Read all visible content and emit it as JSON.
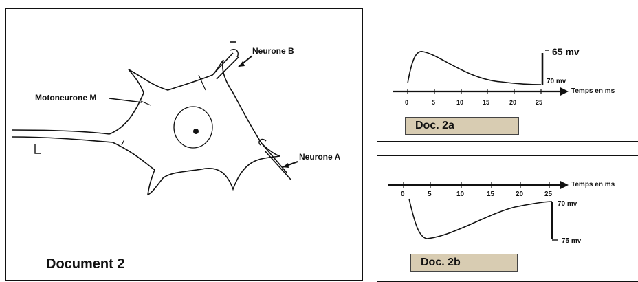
{
  "document_title": "Document 2",
  "neuron_labels": {
    "motoneurone": "Motoneurone M",
    "neurone_b": "Neurone B",
    "neurone_a": "Neurone A"
  },
  "graph_2a": {
    "caption": "Doc. 2a",
    "x_axis_label": "Temps en ms",
    "ticks": [
      "0",
      "5",
      "10",
      "15",
      "20",
      "25"
    ],
    "scale_top": "65 mv",
    "scale_bottom": "70 mv"
  },
  "graph_2b": {
    "caption": "Doc. 2b",
    "x_axis_label": "Temps en ms",
    "ticks": [
      "0",
      "5",
      "10",
      "15",
      "20",
      "25"
    ],
    "scale_top": "70 mv",
    "scale_bottom": "75 mv"
  },
  "colors": {
    "caption_fill": "#d8ccb2",
    "ink": "#111111"
  }
}
